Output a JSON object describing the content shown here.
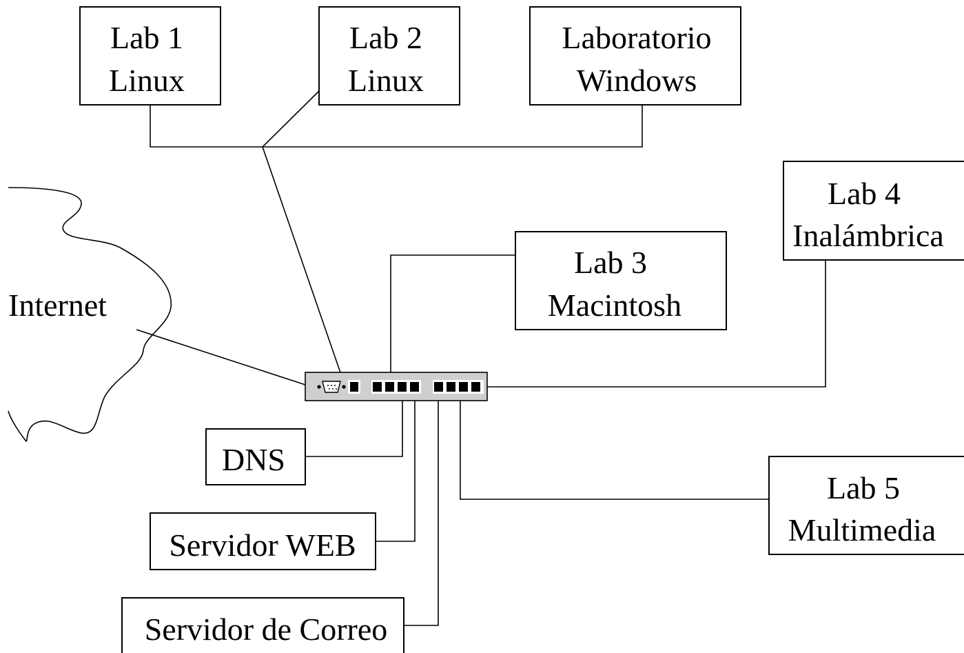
{
  "nodes": {
    "lab1": {
      "line1": "Lab 1",
      "line2": "Linux"
    },
    "lab2": {
      "line1": "Lab 2",
      "line2": "Linux"
    },
    "lab_windows": {
      "line1": "Laboratorio",
      "line2": "Windows"
    },
    "lab3": {
      "line1": "Lab 3",
      "line2": "Macintosh"
    },
    "lab4": {
      "line1": "Lab 4",
      "line2": "Inalámbrica"
    },
    "lab5": {
      "line1": "Lab 5",
      "line2": "Multimedia"
    },
    "dns": {
      "label": "DNS"
    },
    "web": {
      "label": "Servidor WEB"
    },
    "mail": {
      "label": "Servidor de Correo"
    },
    "internet": {
      "label": "Internet"
    }
  },
  "colors": {
    "line": "#000000",
    "hub_fill": "#cfcfcf",
    "background": "#ffffff"
  },
  "icons": {
    "hub": "network-switch-icon",
    "cloud": "internet-cloud-outline"
  }
}
